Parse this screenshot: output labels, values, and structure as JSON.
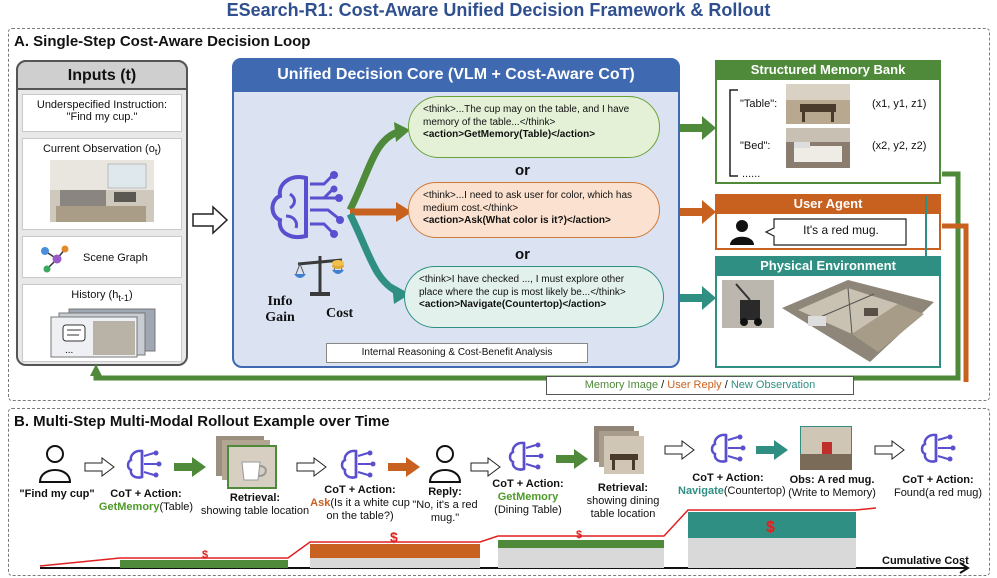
{
  "title": "ESearch-R1: Cost-Aware Unified Decision Framework & Rollout",
  "sectionA": {
    "title": "A. Single-Step Cost-Aware Decision Loop",
    "inputs": {
      "heading": "Inputs (t)",
      "instruction_label": "Underspecified Instruction:",
      "instruction_value": "\"Find my cup.\"",
      "observation_label": "Current Observation (o",
      "observation_sub": "t",
      "scene_graph_label": "Scene Graph",
      "history_label": "History (h",
      "history_sub": "t-1"
    },
    "core": {
      "heading": "Unified Decision Core (VLM + Cost-Aware CoT)",
      "info_gain": "Info\nGain",
      "cost": "Cost",
      "footer": "Internal Reasoning & Cost-Benefit Analysis",
      "or_label": "or",
      "bubble1_think": "<think>...The cup may on the table, and I have memory of the table...</think>",
      "bubble1_action": "<action>GetMemory(Table)</action>",
      "bubble2_think": "<think>...I need to ask user for color, which has medium cost.</think>",
      "bubble2_action": "<action>Ask(What color is it?)</action>",
      "bubble3_think": "<think>I have checked ..., I must explore other place where the cup is most likely be...</think>",
      "bubble3_action": "<action>Navigate(Countertop)</action>"
    },
    "memory": {
      "heading": "Structured Memory Bank",
      "entry1_key": "\"Table\":",
      "entry1_coord": "(x1, y1, z1)",
      "entry2_key": "\"Bed\":",
      "entry2_coord": "(x2, y2, z2)",
      "ellipsis": "......"
    },
    "user_agent": {
      "heading": "User Agent",
      "reply": "It's a red mug."
    },
    "physical": {
      "heading": "Physical Environment"
    },
    "feedback": {
      "part1": "Memory Image",
      "sep1": " / ",
      "part2": "User Reply",
      "sep2": " / ",
      "part3": "New Observation"
    }
  },
  "sectionB": {
    "title": "B. Multi-Step Multi-Modal Rollout Example over Time",
    "find_label": "\"Find my cup\"",
    "step1_head": "CoT + Action:",
    "step1_action": "GetMemory",
    "step1_arg": "(Table)",
    "retrieval1_head": "Retrieval:",
    "retrieval1_body": "showing table location",
    "step2_head": "CoT + Action:",
    "step2_action": "Ask",
    "step2_arg": "(Is it a white cup on the table?)",
    "reply_head": "Reply:",
    "reply_body": "\"No, it's a red mug.\"",
    "step3_head": "CoT + Action:",
    "step3_action": "GetMemory",
    "step3_arg": "(Dining Table)",
    "retrieval2_head": "Retrieval:",
    "retrieval2_body": "showing dining table location",
    "step4_head": "CoT + Action:",
    "step4_action": "Navigate",
    "step4_arg": "(Countertop)",
    "obs_head": "Obs: A red mug.",
    "obs_body": "(Write to Memory)",
    "step5_head": "CoT + Action:",
    "step5_body": "Found(a red mug)",
    "cost_axis_label": "Cumulative Cost",
    "cost_symbol": "$"
  },
  "colors": {
    "green": "#4e8a3a",
    "orange": "#c8611f",
    "teal": "#2f8f83",
    "blue": "#3f69b0",
    "purple": "#5a4fcf"
  }
}
